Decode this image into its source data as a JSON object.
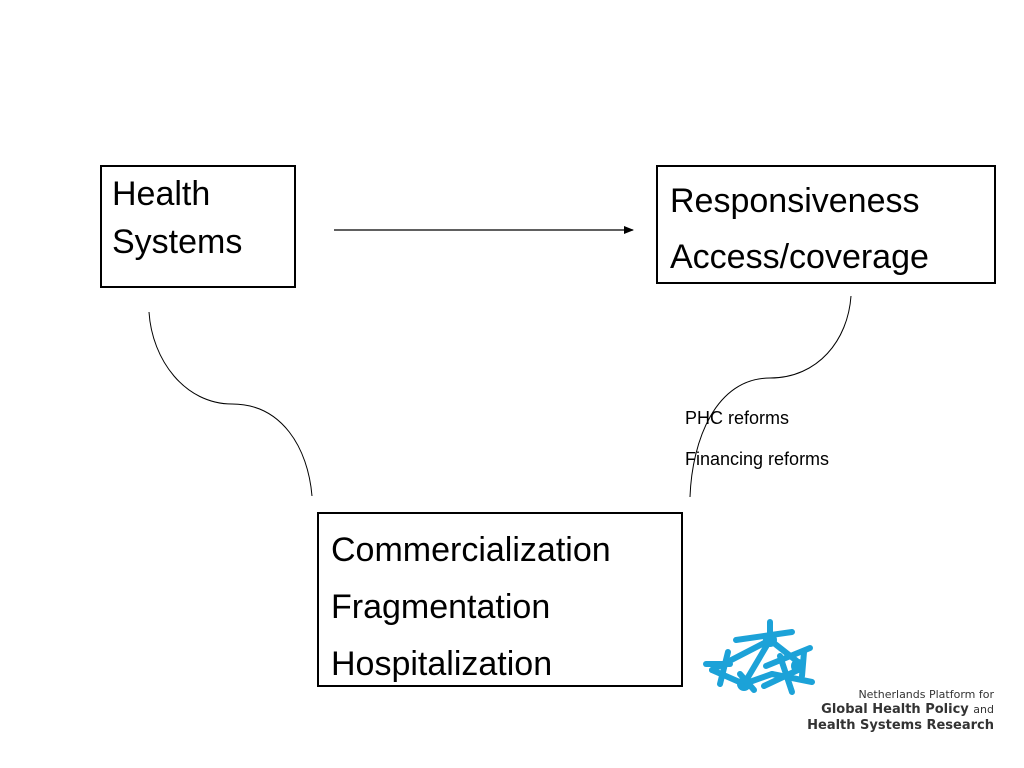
{
  "boxes": {
    "health_systems": {
      "lines": [
        "Health",
        "Systems"
      ]
    },
    "outcomes": {
      "lines": [
        "Responsiveness",
        "Access/coverage"
      ]
    },
    "trends": {
      "lines": [
        "Commercialization",
        "Fragmentation",
        "Hospitalization"
      ]
    }
  },
  "reforms": {
    "lines": [
      "PHC reforms",
      "Financing reforms"
    ]
  },
  "logo": {
    "line1": "Netherlands Platform for",
    "line2_main": "Global Health Policy",
    "line2_suffix": "and",
    "line3": "Health Systems Research",
    "icon": "network-molecule-icon",
    "color": "#1ca2d8"
  },
  "colors": {
    "stroke": "#000000",
    "background": "#ffffff",
    "logo_text": "#333333"
  }
}
